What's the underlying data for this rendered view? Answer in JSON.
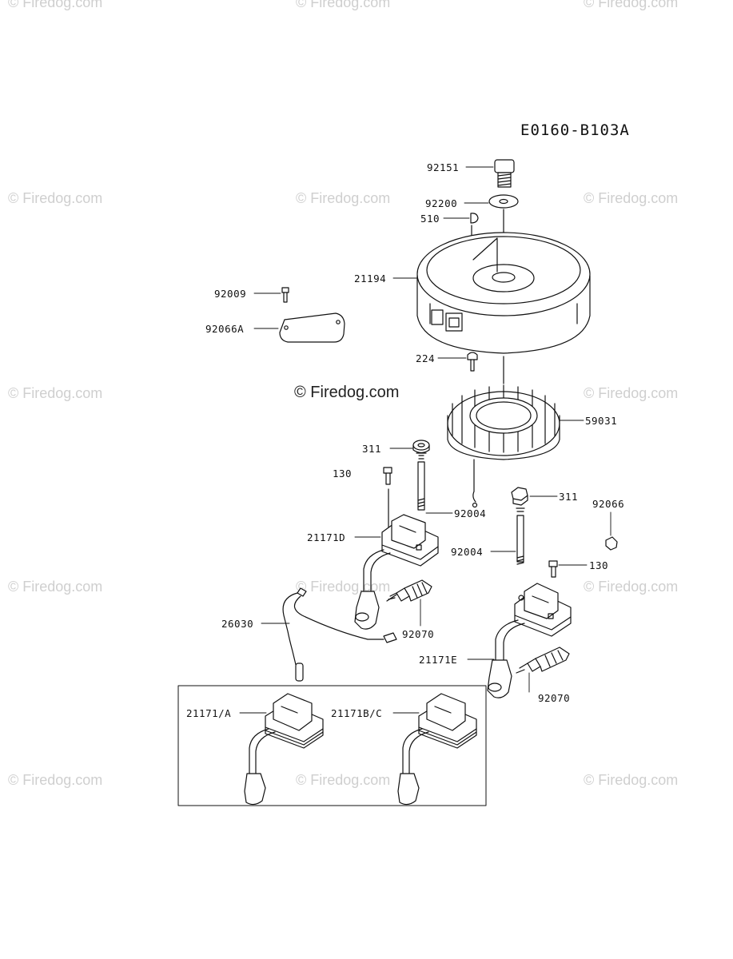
{
  "diagram_code": "E0160-B103A",
  "watermark": "© Firedog.com",
  "parts": {
    "p92151": "92151",
    "p92200": "92200",
    "p510": "510",
    "p21194": "21194",
    "p92009": "92009",
    "p92066A": "92066A",
    "p224": "224",
    "p59031": "59031",
    "p311a": "311",
    "p130a": "130",
    "p92004a": "92004",
    "p21171D": "21171D",
    "p311b": "311",
    "p92066": "92066",
    "p92004b": "92004",
    "p130b": "130",
    "p26030": "26030",
    "p92070a": "92070",
    "p21171E": "21171E",
    "p92070b": "92070",
    "p21171A": "21171/A",
    "p21171BC": "21171B/C"
  }
}
